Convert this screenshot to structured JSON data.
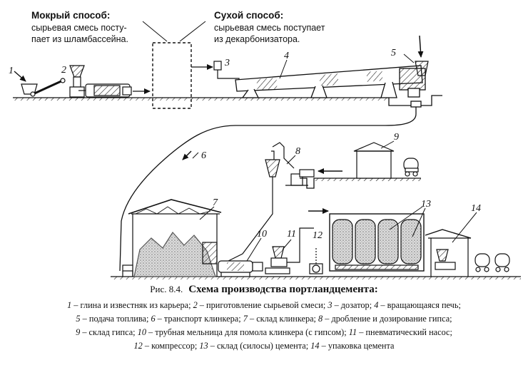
{
  "wet_method": {
    "title": "Мокрый способ",
    "line1": "сырьевая смесь посту-",
    "line2": "пает из шламбассейна."
  },
  "dry_method": {
    "title": "Сухой способ",
    "line1": "сырьевая смесь поступает",
    "line2": "из декарбонизатора."
  },
  "numbers": [
    "1",
    "2",
    "3",
    "4",
    "5",
    "6",
    "7",
    "8",
    "9",
    "10",
    "11",
    "12",
    "13",
    "14"
  ],
  "caption": {
    "fig_label": "Рис. 8.4.",
    "title": "Схема производства портландцемента:",
    "legend": [
      [
        "1",
        " – глина и известняк из карьера; ",
        "2",
        " – приготовление сырьевой смеси; ",
        "3",
        " – дозатор; ",
        "4",
        " – вращающаяся печь;"
      ],
      [
        "5",
        " – подача топлива; ",
        "6",
        " – транспорт клинкера; ",
        "7",
        " – склад клинкера; ",
        "8",
        " – дробление и дозирование гипса;"
      ],
      [
        "9",
        " – склад гипса; ",
        "10",
        " – трубная мельница для помола клинкера (с гипсом); ",
        "11",
        " – пневматический насос;"
      ],
      [
        "12",
        " – компрессор; ",
        "13",
        " – склад (силосы)  цемента; ",
        "14",
        " – упаковка цемента"
      ]
    ]
  }
}
